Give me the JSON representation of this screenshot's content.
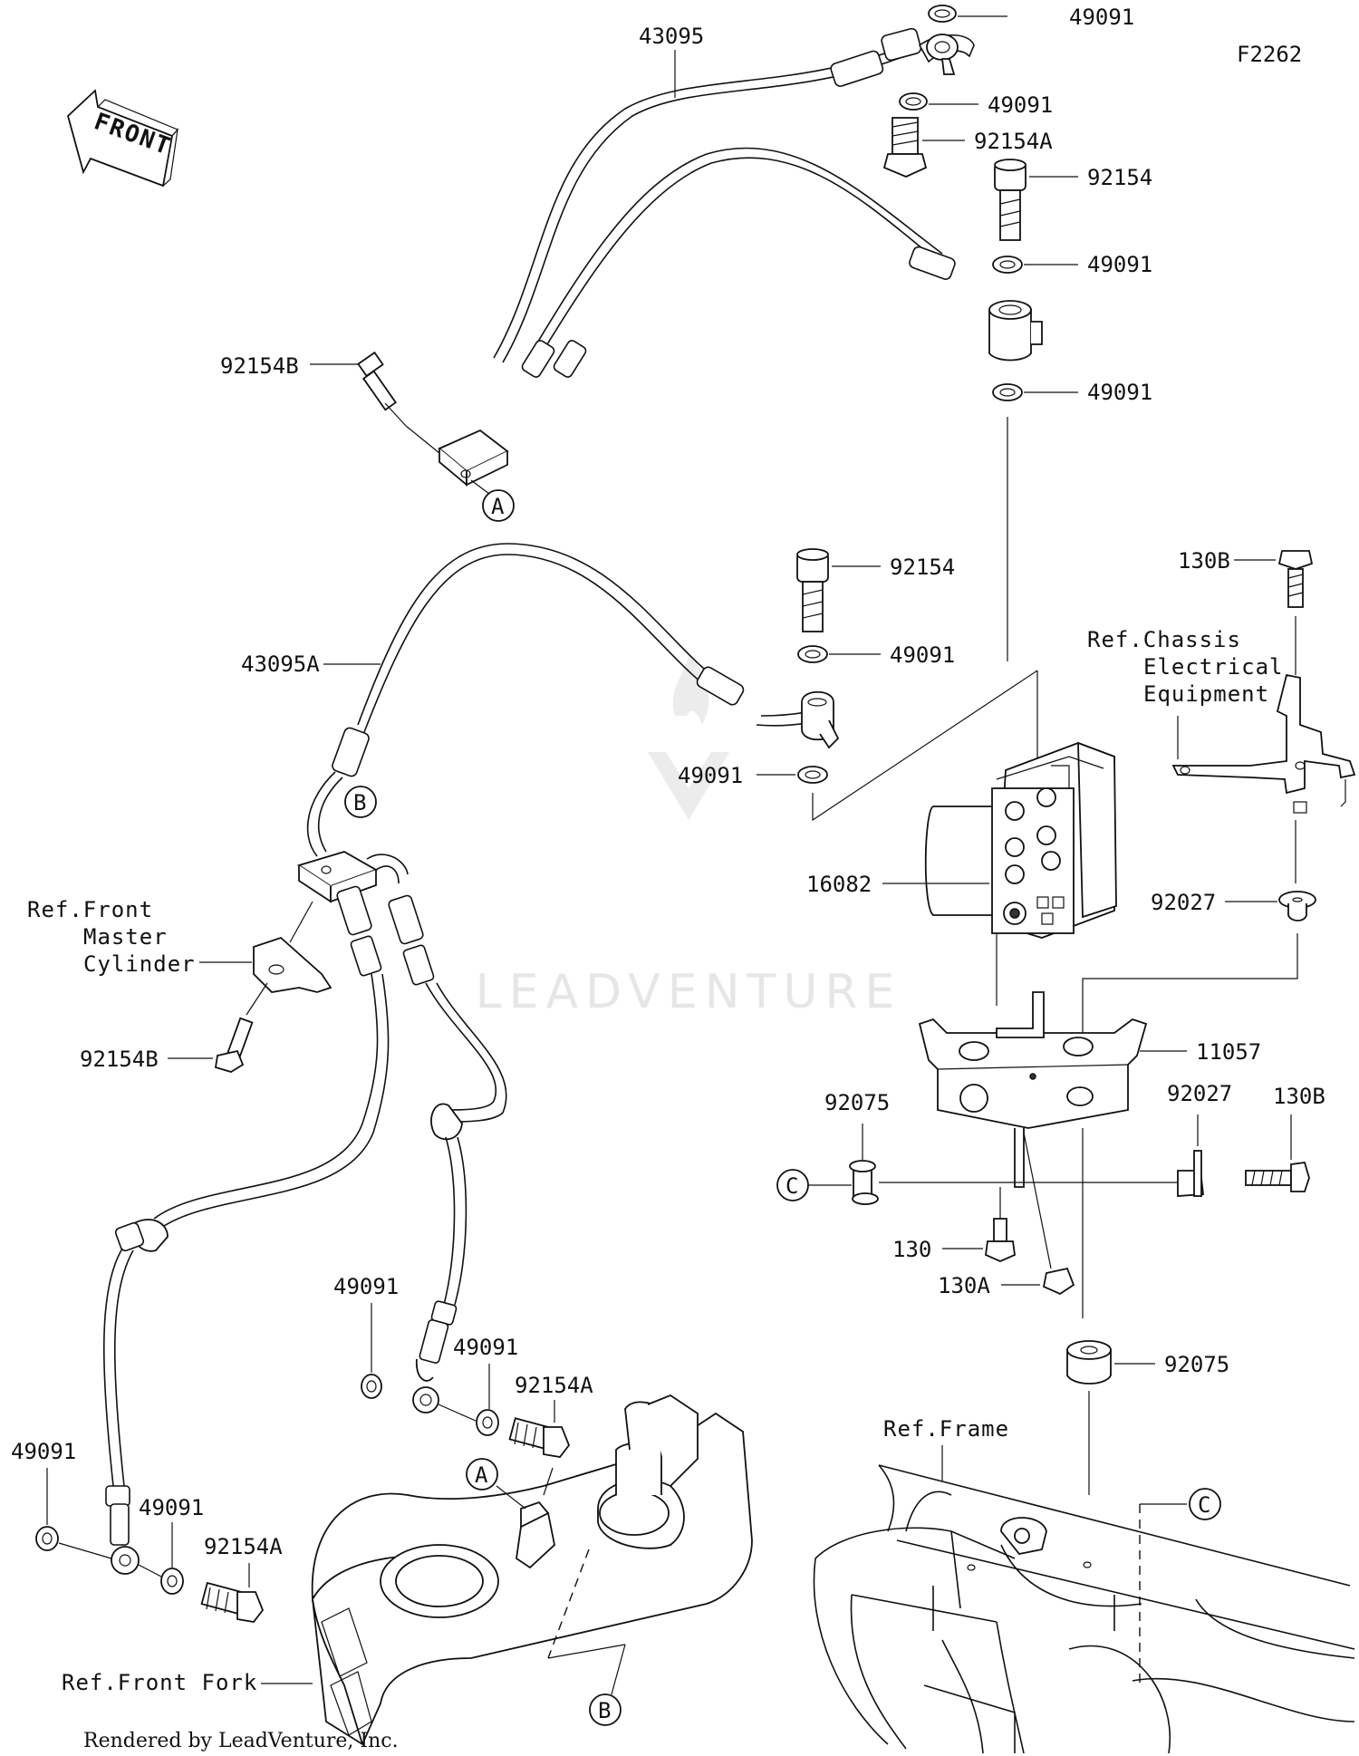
{
  "diagram_id": "F2262",
  "front_arrow": "FRONT",
  "part_numbers": {
    "p43095": "43095",
    "p43095A": "43095A",
    "p49091": "49091",
    "p92154": "92154",
    "p92154A": "92154A",
    "p92154B": "92154B",
    "p16082": "16082",
    "p11057": "11057",
    "p92027": "92027",
    "p92075": "92075",
    "p130": "130",
    "p130A": "130A",
    "p130B": "130B"
  },
  "refs": {
    "chassis": [
      "Ref.Chassis",
      "Electrical",
      "Equipment"
    ],
    "master_cylinder": [
      "Ref.Front",
      "Master",
      "Cylinder"
    ],
    "frame": "Ref.Frame",
    "front_fork": "Ref.Front Fork"
  },
  "callouts": {
    "a": "A",
    "b": "B",
    "c": "C"
  },
  "watermark": "LEADVENTURE",
  "footer": "Rendered by LeadVenture, Inc."
}
